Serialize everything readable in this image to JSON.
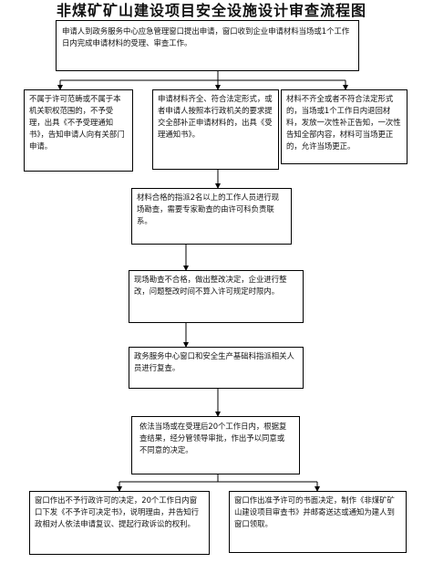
{
  "title": "非煤矿矿山建设项目安全设施设计审查流程图",
  "steps": {
    "apply": "申请人到政务服务中心应急管理窗口提出申请，窗口收到企业申请材料当场或1个工作日内完成申请材料的受理、审查工作。",
    "reject": "不属于许可范畴或不属于本机关职权范围的，不予受理，出具《不予受理通知书》，告知申请人向有关部门申请。",
    "accept": "申请材料齐全、符合法定形式，或者申请人按照本行政机关的要求提交全部补正申请材料的，出具《受理通知书》。",
    "correction": "材料不齐全或者不符合法定形式的，当场或1个工作日内退回材料，发放一次性补正告知，一次性告知全部内容，材料可当场更正的，允许当场更正。",
    "site_check": "材料合格的指派2名以上的工作人员进行现场勘查，需要专家勘查的由许可科负责联系。",
    "rectify": "现场勘查不合格，做出整改决定，企业进行整改，问题整改时间不算入许可规定时限内。",
    "review": "政务服务中心窗口和安全生产基础科指派相关人员进行复查。",
    "decision": "依法当场或在受理后20个工作日内，根据复查结果，经分管领导审批，作出予以同意或不同意的决定。",
    "deny": "窗口作出不予行政许可的决定，20个工作日内窗口下发《不予许可决定书》，说明理由，并告知行政相对人依法申请复议、提起行政诉讼的权利。",
    "grant": "窗口作出准予许可的书面决定，制作《非煤矿矿山建设项目审查书》并邮寄送达或通知为建人到窗口领取。"
  }
}
